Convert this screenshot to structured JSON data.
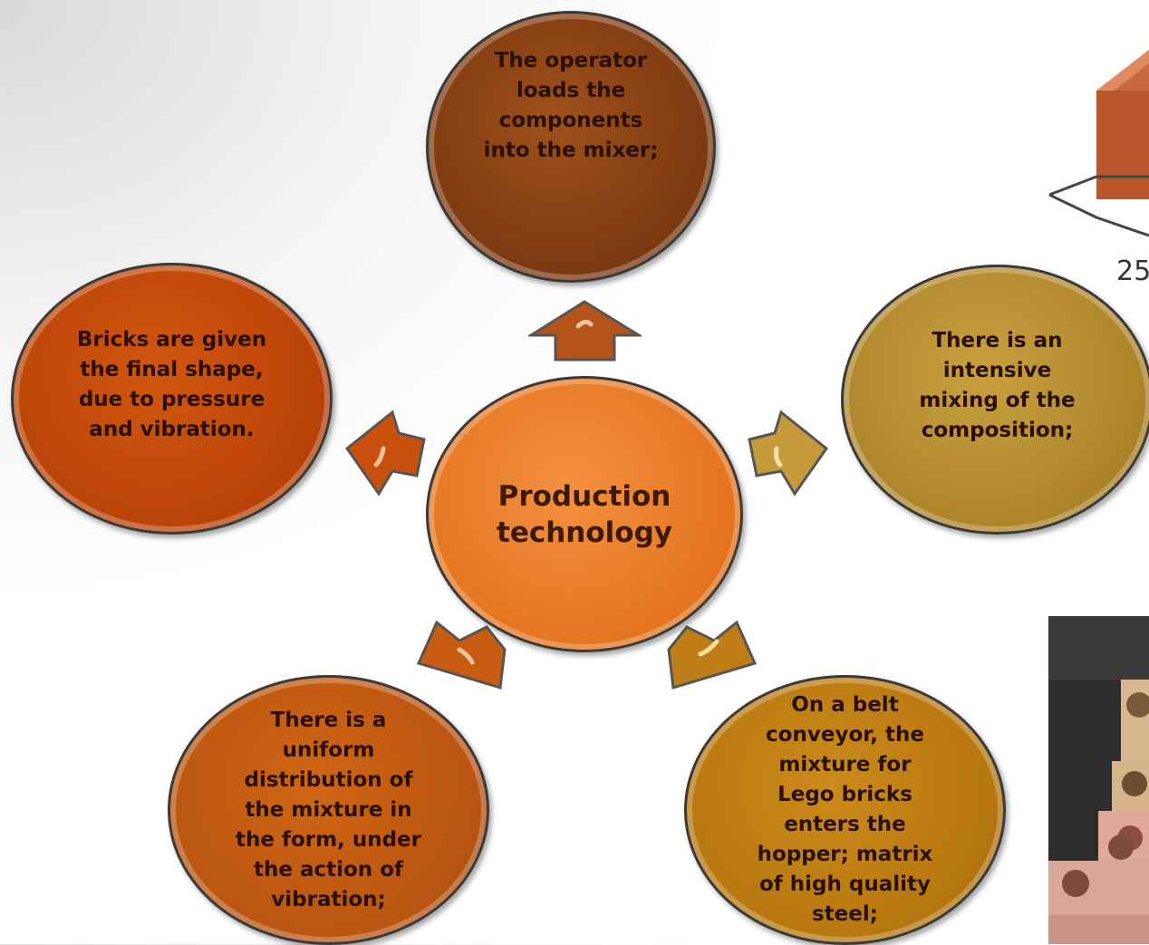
{
  "center": {
    "lines": [
      "Production",
      "technology"
    ]
  },
  "nodes": {
    "top": {
      "lines": [
        "The operator",
        "loads the",
        "components",
        "into the mixer;"
      ]
    },
    "right": {
      "lines": [
        "There is an",
        "intensive",
        "mixing of the",
        "composition;"
      ]
    },
    "bottom_right": {
      "lines": [
        "On a belt",
        "conveyor, the",
        "mixture for",
        "Lego bricks",
        "enters the",
        "hopper; matrix",
        "of high quality",
        "steel;"
      ]
    },
    "bottom_left": {
      "lines": [
        "There is a",
        "uniform",
        "distribution of",
        "the mixture in",
        "the form, under",
        "the action of",
        "vibration;"
      ]
    },
    "left": {
      "lines": [
        "Bricks are given",
        "the final shape,",
        "due to pressure",
        "and vibration."
      ]
    }
  },
  "side_image": {
    "dimension_label": "25"
  },
  "colors": {
    "top": "#7b3910",
    "left": "#b94308",
    "right": "#ad8329",
    "bottom_left": "#b85511",
    "bottom_right": "#b6760f",
    "center": "#e4741f"
  }
}
